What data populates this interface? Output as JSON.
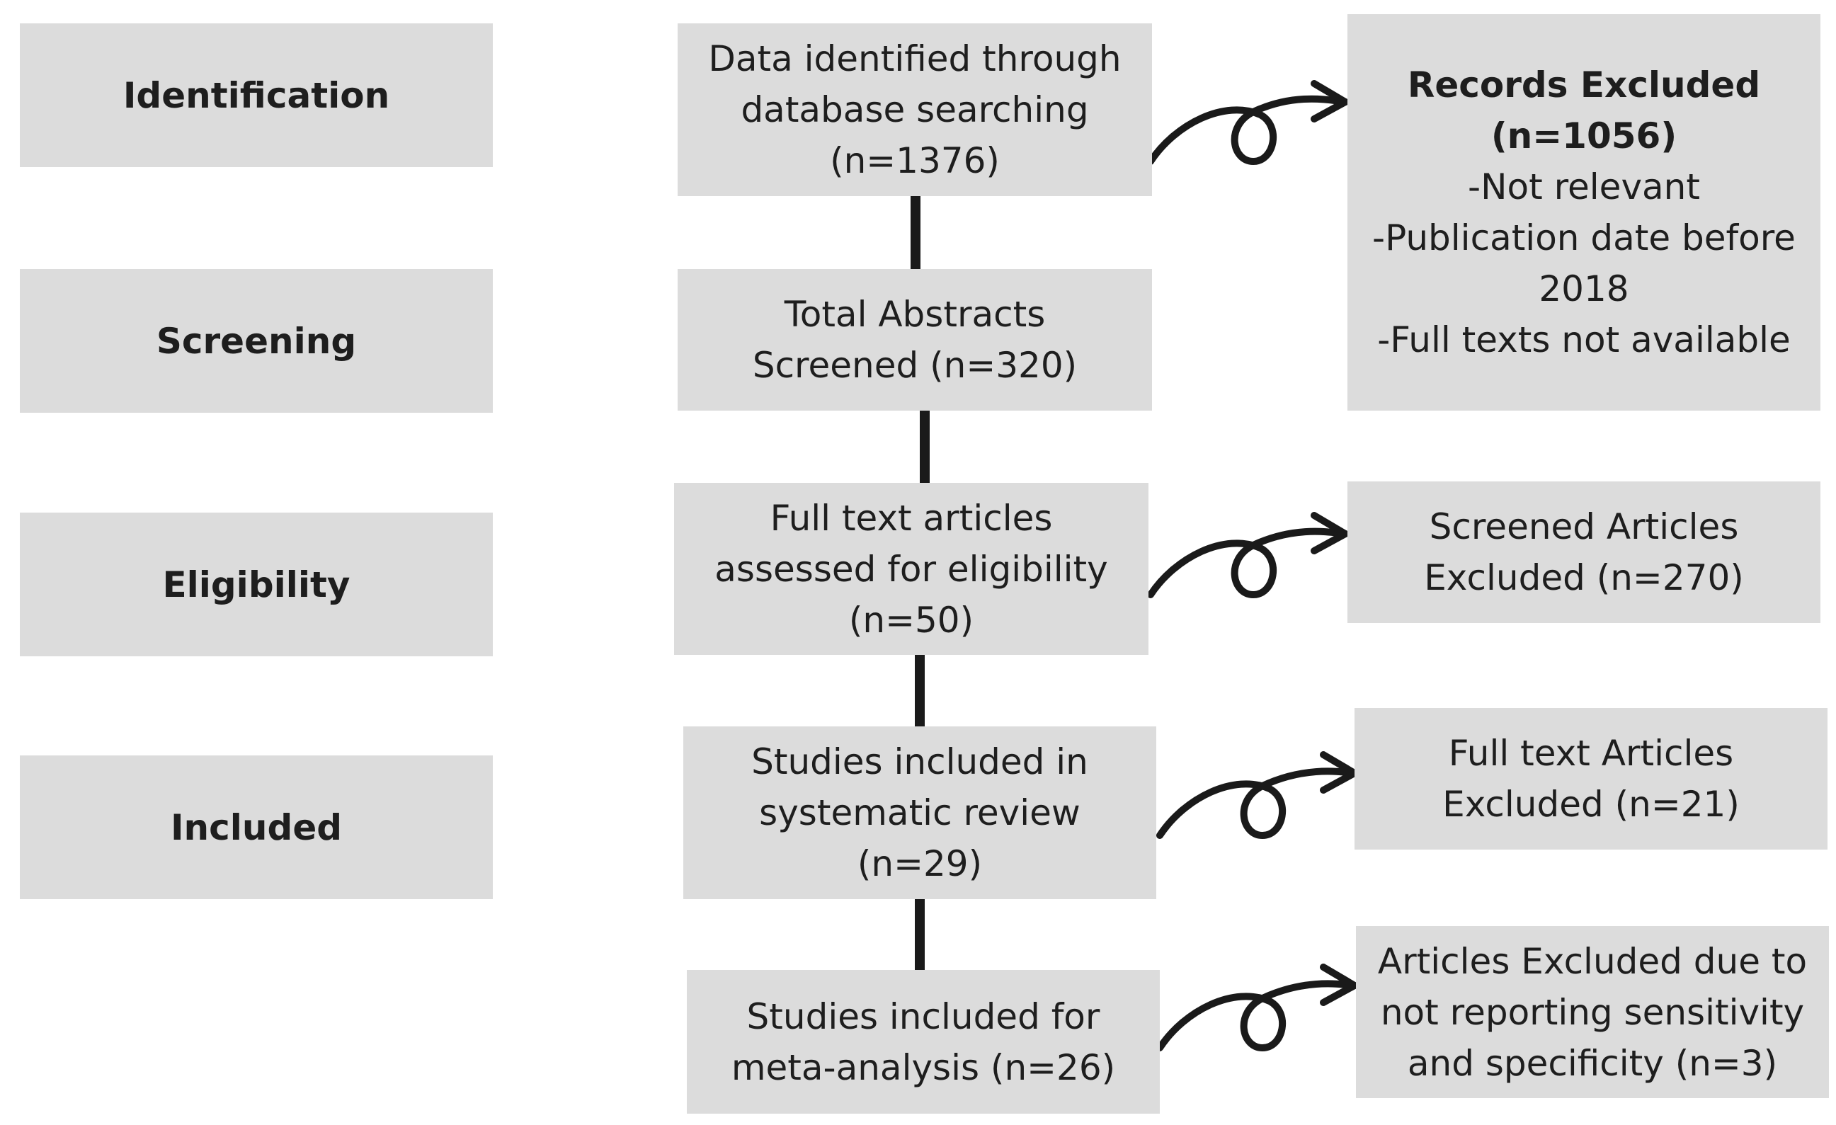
{
  "stages": [
    {
      "id": "identification",
      "label": "Identification"
    },
    {
      "id": "screening",
      "label": "Screening"
    },
    {
      "id": "eligibility",
      "label": "Eligibility"
    },
    {
      "id": "included",
      "label": "Included"
    }
  ],
  "flow": [
    {
      "id": "identified",
      "lines": [
        "Data identified through",
        "database searching",
        "(n=1376)"
      ]
    },
    {
      "id": "screened",
      "lines": [
        "Total Abstracts",
        "Screened (n=320)"
      ]
    },
    {
      "id": "eligibility",
      "lines": [
        "Full text articles",
        "assessed for eligibility",
        "(n=50)"
      ]
    },
    {
      "id": "systematic",
      "lines": [
        "Studies included in",
        "systematic review",
        "(n=29)"
      ]
    },
    {
      "id": "meta",
      "lines": [
        "Studies included for",
        "meta-analysis (n=26)"
      ]
    }
  ],
  "exclusions": [
    {
      "id": "records",
      "title_lines": [
        "Records Excluded",
        "(n=1056)"
      ],
      "lines": [
        "-Not relevant",
        "-Publication date before",
        "2018",
        "-Full texts not available"
      ]
    },
    {
      "id": "screened-articles",
      "lines": [
        "Screened Articles",
        "Excluded (n=270)"
      ]
    },
    {
      "id": "fulltext",
      "lines": [
        "Full text Articles",
        "Excluded (n=21)"
      ]
    },
    {
      "id": "sensitivity",
      "lines": [
        "Articles Excluded due to",
        "not reporting sensitivity",
        "and specificity (n=3)"
      ]
    }
  ]
}
